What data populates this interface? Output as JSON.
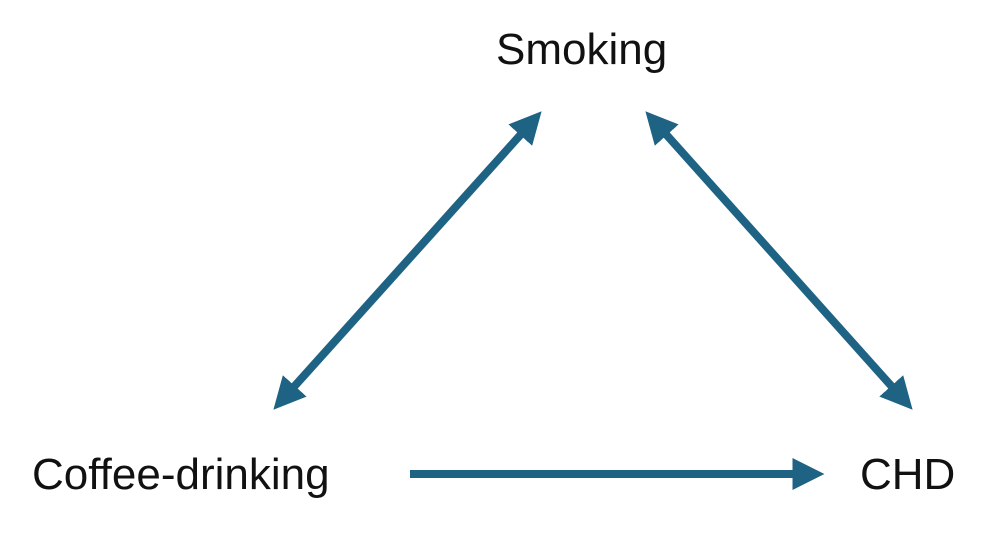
{
  "diagram": {
    "nodes": [
      {
        "id": "smoking",
        "label": "Smoking"
      },
      {
        "id": "coffee",
        "label": "Coffee-drinking"
      },
      {
        "id": "chd",
        "label": "CHD"
      }
    ],
    "edges": [
      {
        "from": "smoking",
        "to": "coffee",
        "direction": "bidirectional"
      },
      {
        "from": "smoking",
        "to": "chd",
        "direction": "bidirectional"
      },
      {
        "from": "coffee",
        "to": "chd",
        "direction": "forward"
      }
    ],
    "arrow_color": "#1f6384"
  }
}
